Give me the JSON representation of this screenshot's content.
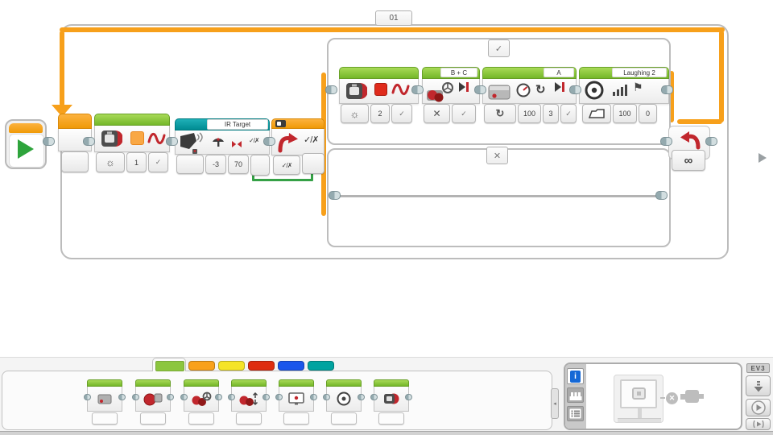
{
  "colors": {
    "block_green": "#86C440",
    "block_teal": "#00979E",
    "flow_orange": "#F7A01B",
    "wire_logic_green": "#35A146",
    "status_red_swatch": "#DF2B1C",
    "status_orange_swatch": "#F9A845",
    "palette_tab_orange": "#F9A11B",
    "palette_tab_yellow": "#F5E427",
    "palette_tab_red": "#DE2D10",
    "palette_tab_blue": "#1A56EB",
    "palette_tab_teal": "#00A3A0"
  },
  "program": {
    "loop": {
      "label": "01",
      "mode": "∞"
    },
    "status_light_1": {
      "mode_glyph": "☼",
      "color": "1",
      "pulse": "✓"
    },
    "ir_sensor": {
      "title": "IR Target",
      "heading": "-3",
      "proximity": "70"
    },
    "switch": {
      "logic_glyph": "✓/✗",
      "true_label": "✓",
      "false_label": "✕"
    },
    "true_case": {
      "status_light": {
        "mode_glyph": "☼",
        "color": "2",
        "pulse": "✓"
      },
      "move_steering": {
        "ports": "B + C",
        "mode": "✕",
        "brake": "✓"
      },
      "medium_motor": {
        "ports": "A",
        "mode_glyph": "↻",
        "power": "100",
        "rotations": "3",
        "brake": "✓"
      },
      "sound": {
        "file": "Laughing 2",
        "volume": "100",
        "play_type": "0",
        "flag_glyph": "⚑"
      }
    }
  },
  "palette": {
    "selected_tab": "action-green",
    "tabs": [
      "green",
      "orange",
      "yellow",
      "red",
      "blue",
      "teal"
    ],
    "blocks": [
      "medium-motor",
      "large-motor",
      "move-steering",
      "move-tank",
      "display",
      "sound",
      "brick-status-light"
    ]
  },
  "hardware": {
    "brick_name": "EV3"
  }
}
